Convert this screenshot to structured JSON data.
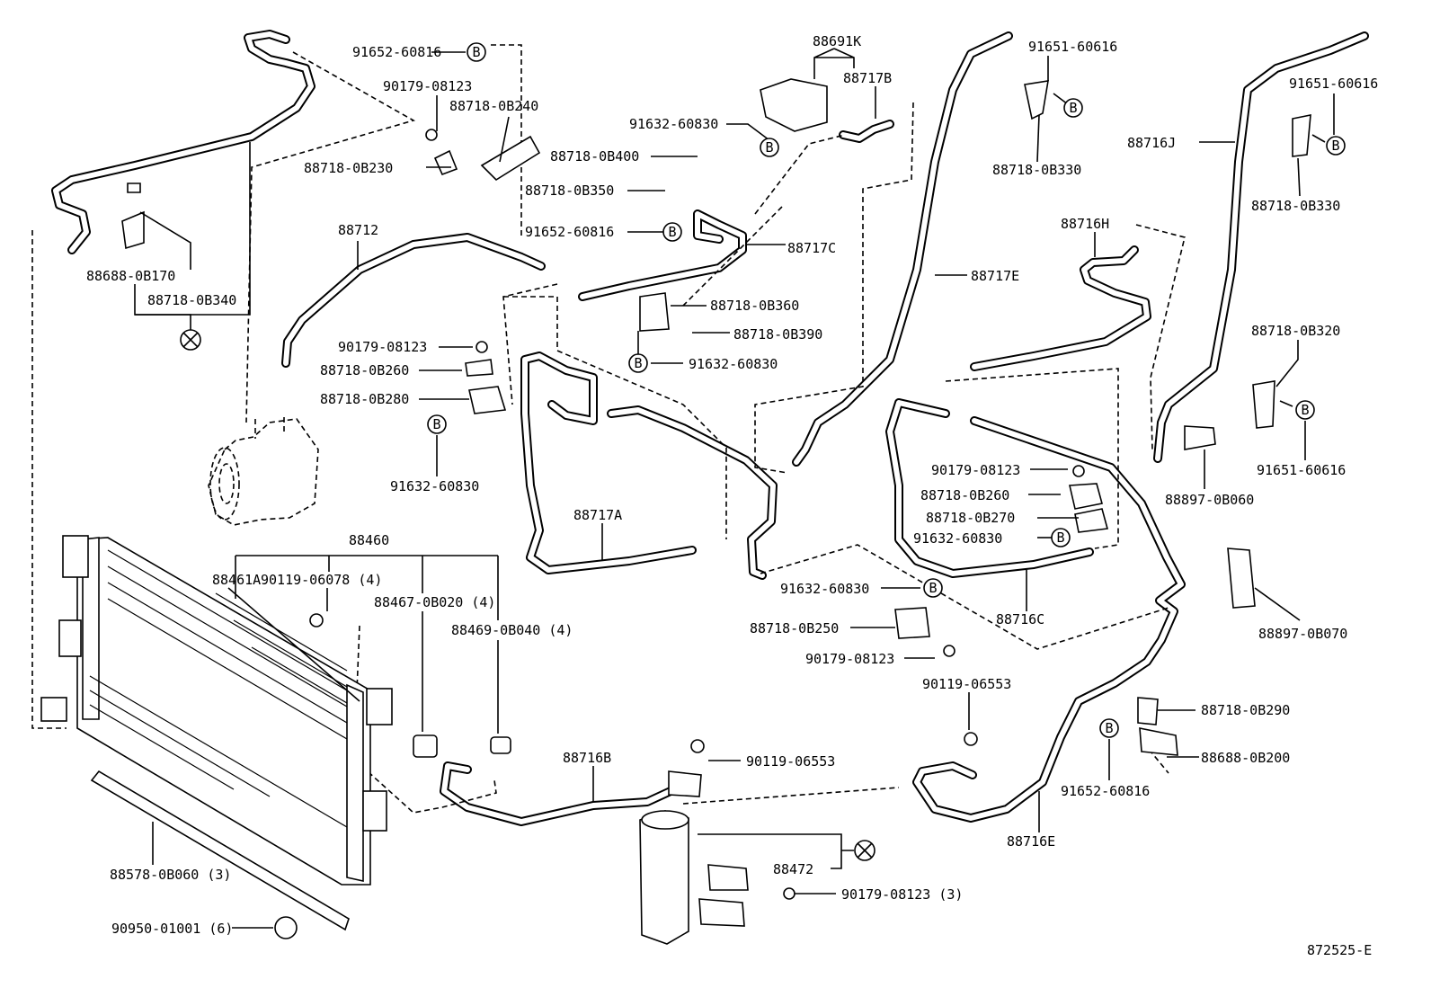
{
  "diagram_id": "872525-E",
  "symbols": {
    "b_mark": "B",
    "x_mark": "x-circle"
  },
  "labels": [
    "91652-60816",
    "90179-08123",
    "88718-0B240",
    "88718-0B230",
    "88688-0B170",
    "88718-0B340",
    "88712",
    "88691K",
    "88717B",
    "91632-60830",
    "88718-0B400",
    "88718-0B350",
    "91652-60816",
    "88717C",
    "88718-0B360",
    "88718-0B390",
    "91632-60830",
    "90179-08123",
    "88718-0B260",
    "88718-0B280",
    "91632-60830",
    "88717E",
    "91651-60616",
    "88718-0B330",
    "88716J",
    "91651-60616",
    "88718-0B330",
    "88716H",
    "88718-0B320",
    "91651-60616",
    "88897-0B060",
    "90179-08123",
    "88718-0B260",
    "88718-0B270",
    "91632-60830",
    "88717A",
    "88460",
    "88461A",
    "90119-06078 (4)",
    "88467-0B020 (4)",
    "88469-0B040 (4)",
    "91632-60830",
    "88716C",
    "88897-0B070",
    "88718-0B250",
    "90179-08123",
    "90119-06553",
    "88718-0B290",
    "88688-0B200",
    "91652-60816",
    "88716B",
    "90119-06553",
    "88716E",
    "88472",
    "90179-08123 (3)",
    "88578-0B060 (3)",
    "90950-01001 (6)"
  ]
}
